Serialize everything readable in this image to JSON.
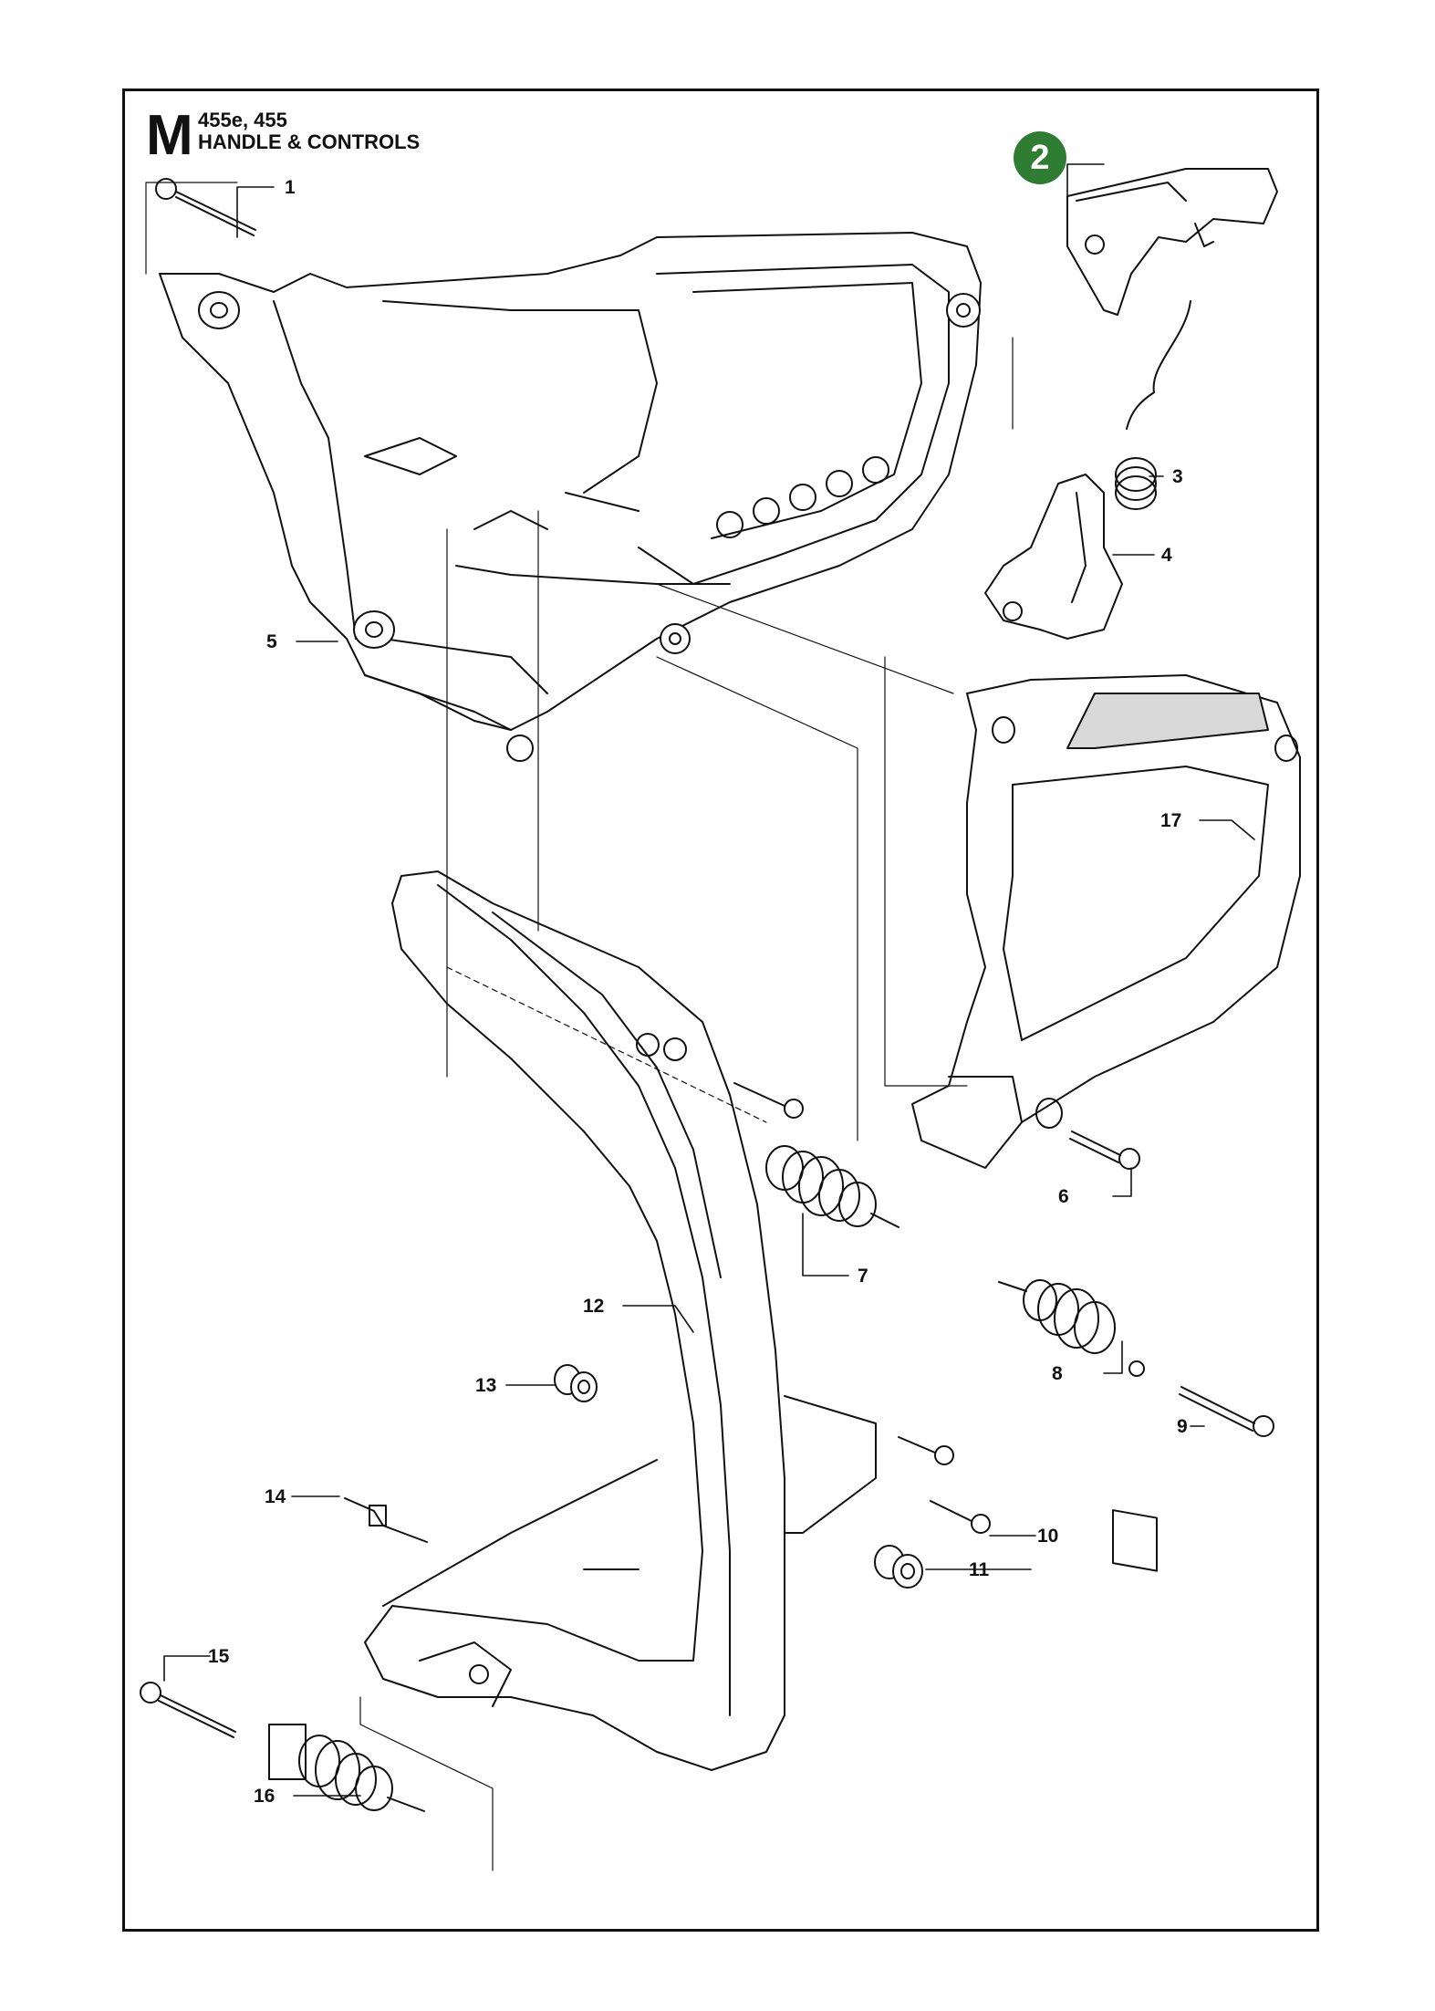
{
  "header": {
    "section_letter": "M",
    "models": "455e, 455",
    "title": "HANDLE & CONTROLS"
  },
  "badge": {
    "label": "2",
    "color": "#2e7d32"
  },
  "callouts": [
    "1",
    "3",
    "4",
    "5",
    "6",
    "7",
    "8",
    "9",
    "10",
    "11",
    "12",
    "13",
    "14",
    "15",
    "16",
    "17"
  ],
  "colors": {
    "line": "#111111",
    "part_fill": "#ffffff",
    "shade": "#d9d9d9"
  }
}
